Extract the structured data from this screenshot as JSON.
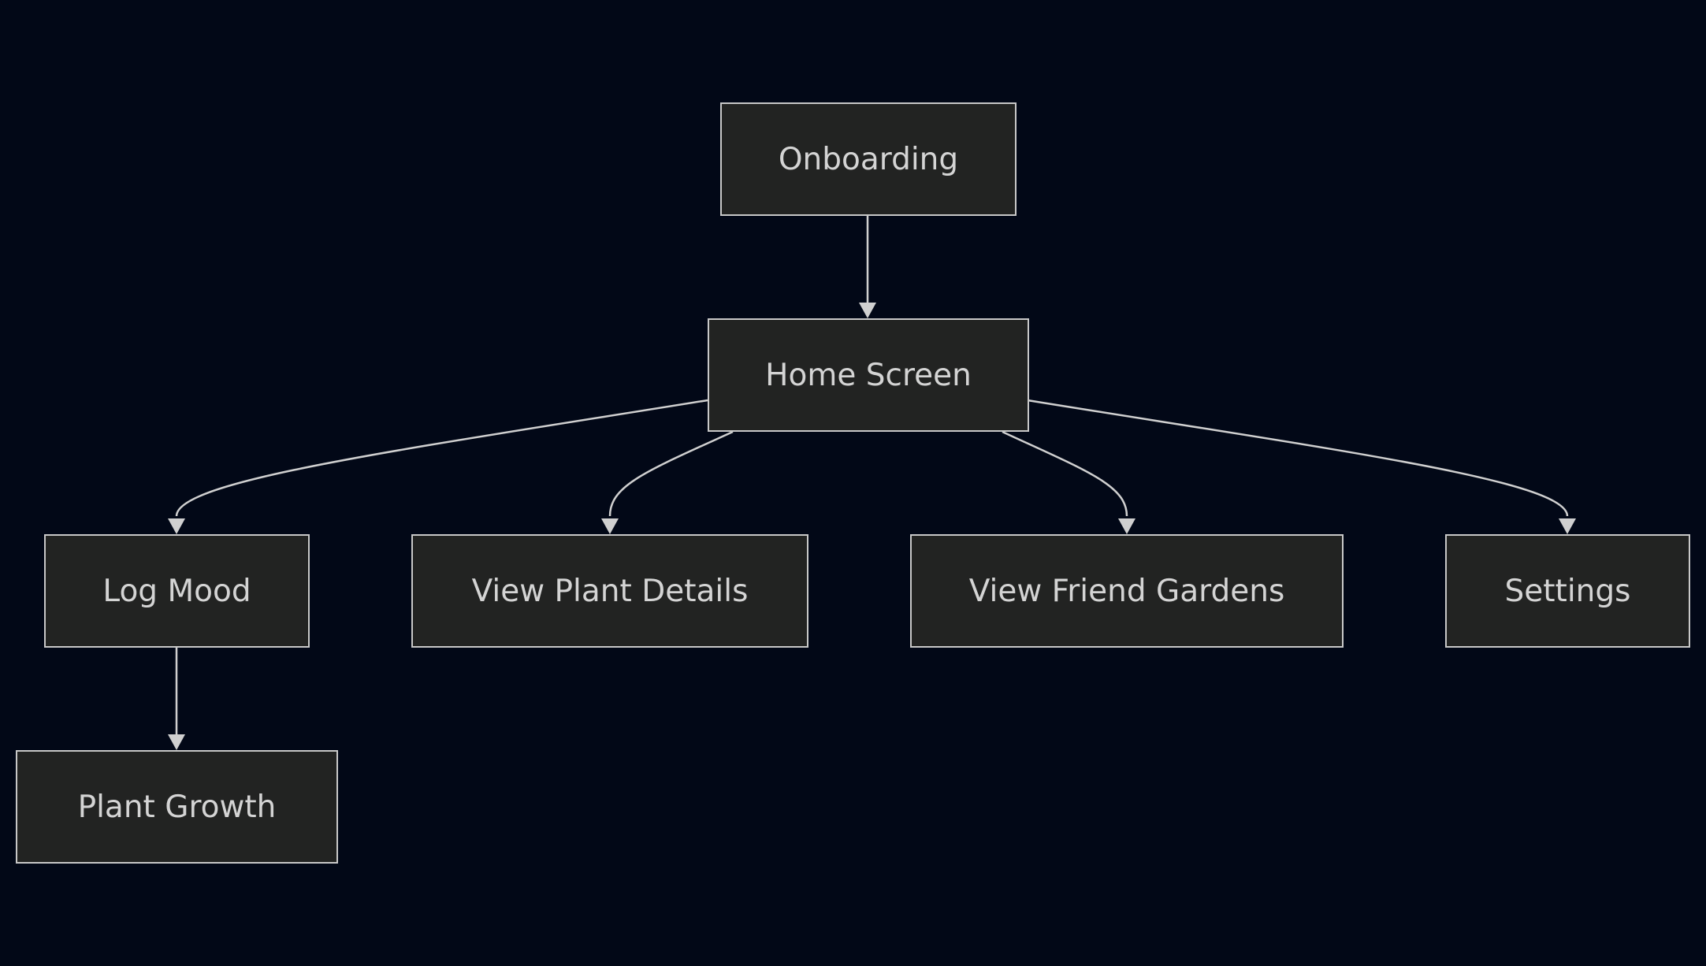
{
  "diagram": {
    "nodes": [
      {
        "id": "onboarding",
        "label": "Onboarding"
      },
      {
        "id": "home",
        "label": "Home Screen"
      },
      {
        "id": "logmood",
        "label": "Log Mood"
      },
      {
        "id": "plantdetails",
        "label": "View Plant Details"
      },
      {
        "id": "friendgardens",
        "label": "View Friend Gardens"
      },
      {
        "id": "settings",
        "label": "Settings"
      },
      {
        "id": "plantgrowth",
        "label": "Plant Growth"
      }
    ],
    "edges": [
      {
        "from": "onboarding",
        "to": "home"
      },
      {
        "from": "home",
        "to": "logmood"
      },
      {
        "from": "home",
        "to": "plantdetails"
      },
      {
        "from": "home",
        "to": "friendgardens"
      },
      {
        "from": "home",
        "to": "settings"
      },
      {
        "from": "logmood",
        "to": "plantgrowth"
      }
    ]
  },
  "colors": {
    "background": "#020817",
    "node_fill": "#222322",
    "node_border": "#c8c8c8",
    "text": "#d4d4d4",
    "edge": "#d0d0d0"
  }
}
